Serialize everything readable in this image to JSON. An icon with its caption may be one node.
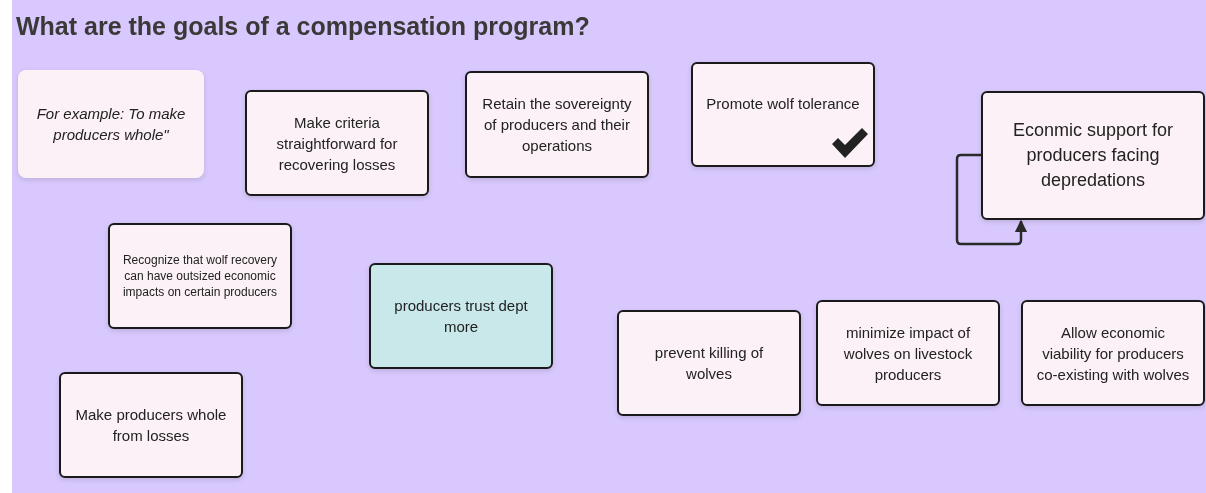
{
  "diagram": {
    "title": "What are the goals of a compensation program?",
    "nodes": [
      {
        "text": [
          "For example: To make producers whole\""
        ]
      },
      {
        "text": [
          "Make criteria straightforward for recovering losses"
        ]
      },
      {
        "text": [
          "Retain the sovereignty of producers and their operations"
        ]
      },
      {
        "text": [
          "Promote wolf tolerance"
        ]
      },
      {
        "text": [
          "Econmic support for producers facing depredations"
        ]
      },
      {
        "text": [
          "Recognize that wolf recovery can have outsized economic impacts on certain producers"
        ]
      },
      {
        "text": [
          "producers trust dept more"
        ]
      },
      {
        "text": [
          "prevent killing of wolves"
        ]
      },
      {
        "text": [
          "minimize impact of wolves on livestock producers"
        ]
      },
      {
        "text": [
          "Allow economic viability for producers co-existing with wolves"
        ]
      },
      {
        "text": [
          "Make producers whole from losses"
        ]
      }
    ],
    "edges": [
      {
        "from": 4,
        "to": 4,
        "arrow": "to"
      }
    ]
  }
}
